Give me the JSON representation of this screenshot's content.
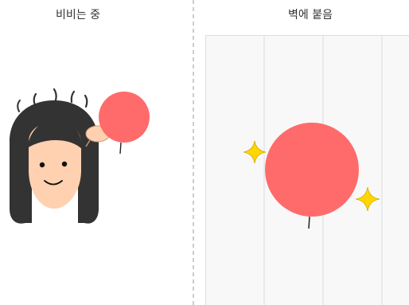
{
  "left_panel": {
    "caption": "비비는 중"
  },
  "right_panel": {
    "caption": "벽에 붙음"
  },
  "colors": {
    "balloon": "#ff6b6b",
    "hair": "#333333",
    "skin": "#ffd1b0",
    "wall_panel": "#f8f8f8",
    "wall_lines": "#dddddd",
    "divider": "#aaaaaa",
    "sparkle": "#ffd700"
  },
  "icons": {
    "sparkle_left": "four-point-star",
    "sparkle_right": "four-point-star"
  }
}
